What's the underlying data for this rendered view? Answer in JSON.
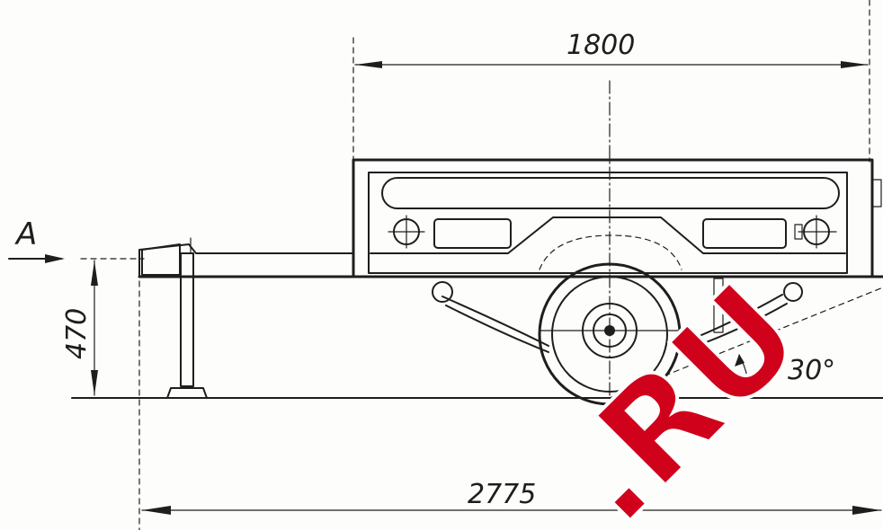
{
  "drawing": {
    "view_marker": "A",
    "dimensions": {
      "body_length": "1800",
      "drawbar_height": "470",
      "departure_angle": "30°",
      "overall_length": "2775"
    }
  },
  "watermark": {
    "text": ".RU",
    "color": "#d0021b"
  }
}
